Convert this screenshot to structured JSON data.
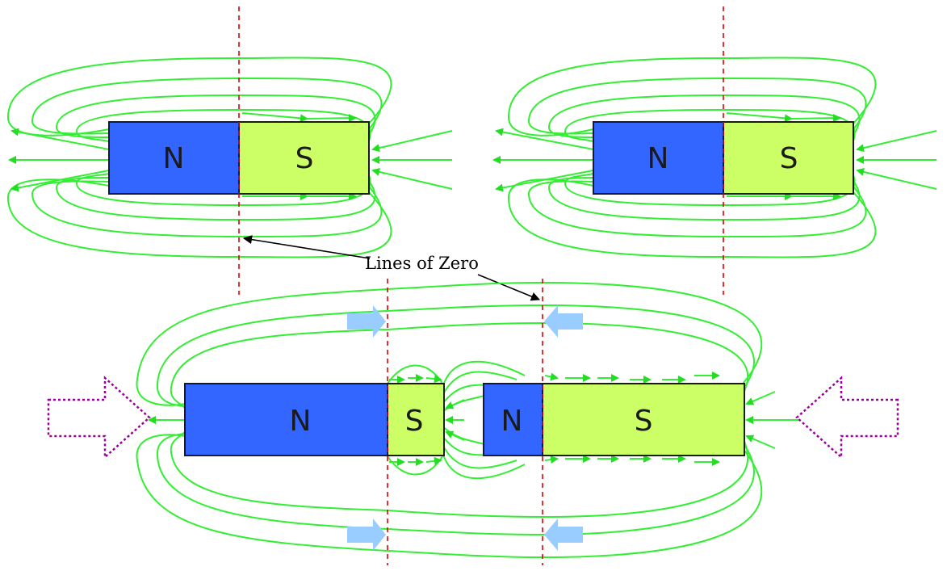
{
  "colors": {
    "north": "#3366ff",
    "south": "#ccff66",
    "field_line": "#33ee33",
    "zero_line": "#e00000",
    "push_arrow": "#99ccff",
    "force_arrow": "#990099"
  },
  "poles": {
    "n": "N",
    "s": "S"
  },
  "annotation": {
    "label": "Lines of Zero"
  }
}
